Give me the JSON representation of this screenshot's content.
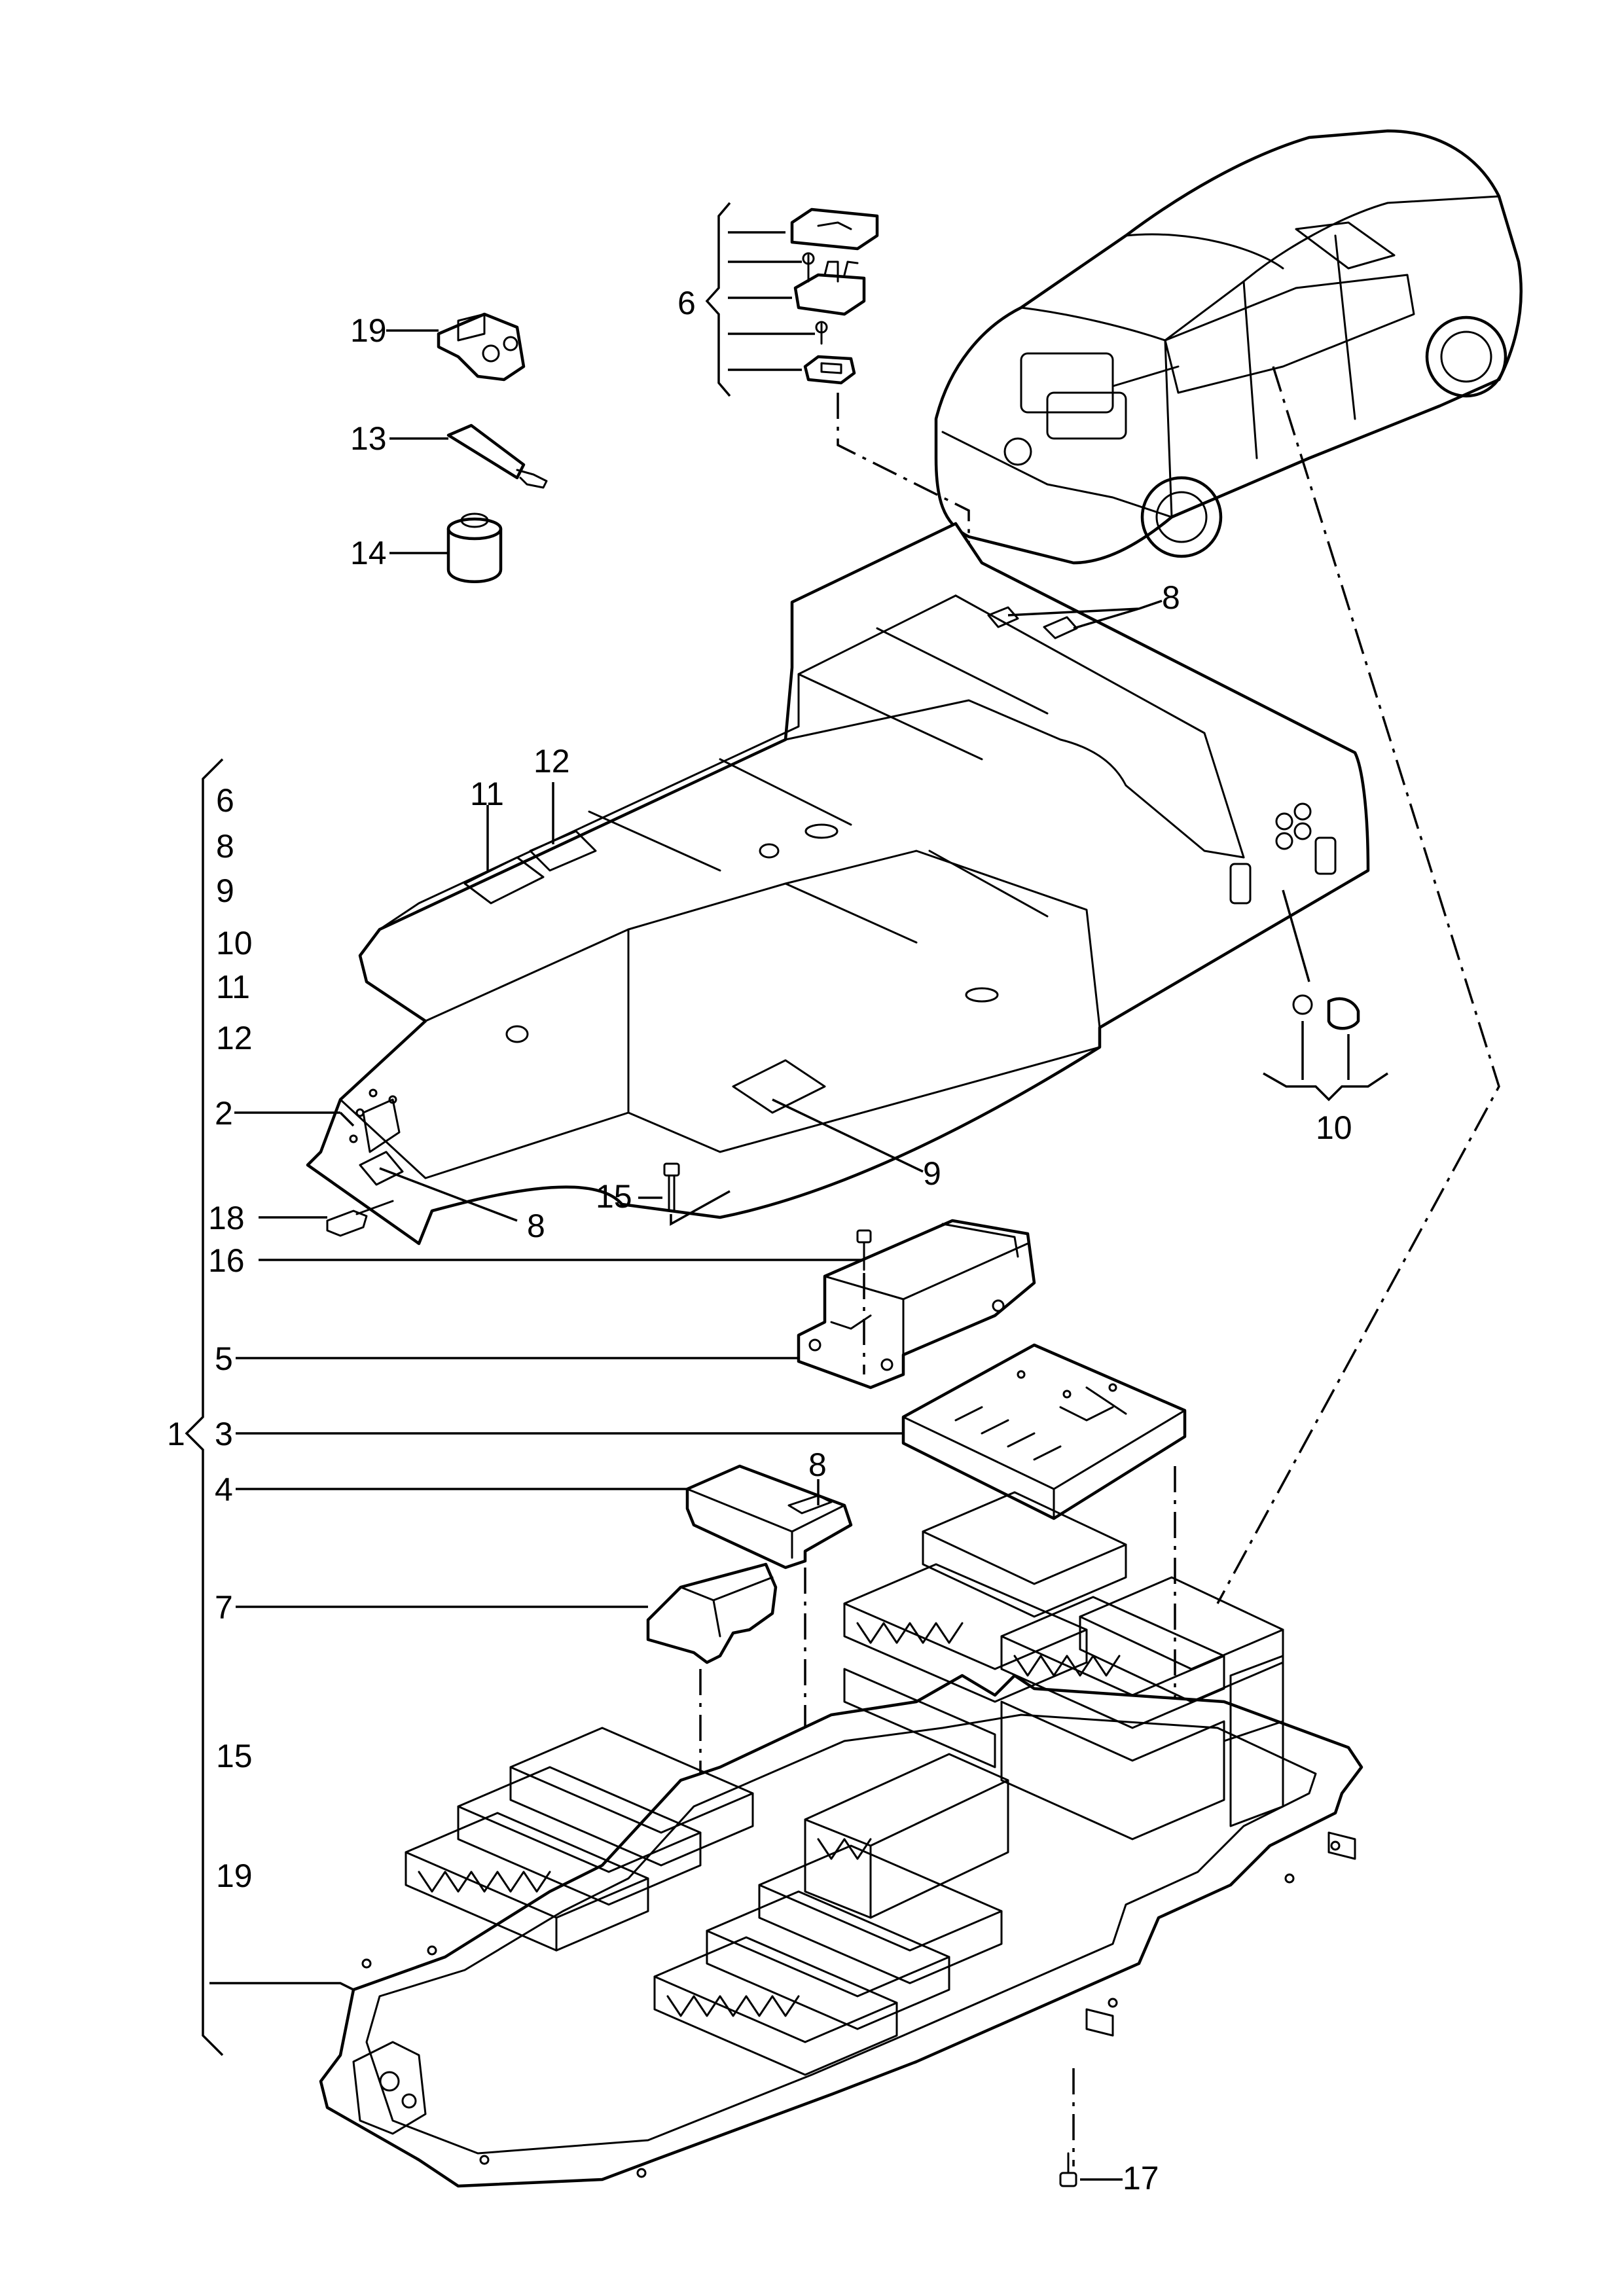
{
  "callouts": {
    "c19": "19",
    "c13": "13",
    "c14": "14",
    "c6_top": "6",
    "c8_top": "8",
    "c12": "12",
    "c11": "11",
    "c9": "9",
    "c10": "10",
    "c8_left": "8",
    "c15_mid": "15",
    "c17": "17",
    "c8_module": "8",
    "c1": "1",
    "c2": "2",
    "c18": "18",
    "c16": "16",
    "c5": "5",
    "c3": "3",
    "c4": "4",
    "c7": "7"
  },
  "bracket_list": [
    "6",
    "8",
    "9",
    "10",
    "11",
    "12"
  ],
  "bracket_list_lower": [
    "15",
    "19"
  ]
}
